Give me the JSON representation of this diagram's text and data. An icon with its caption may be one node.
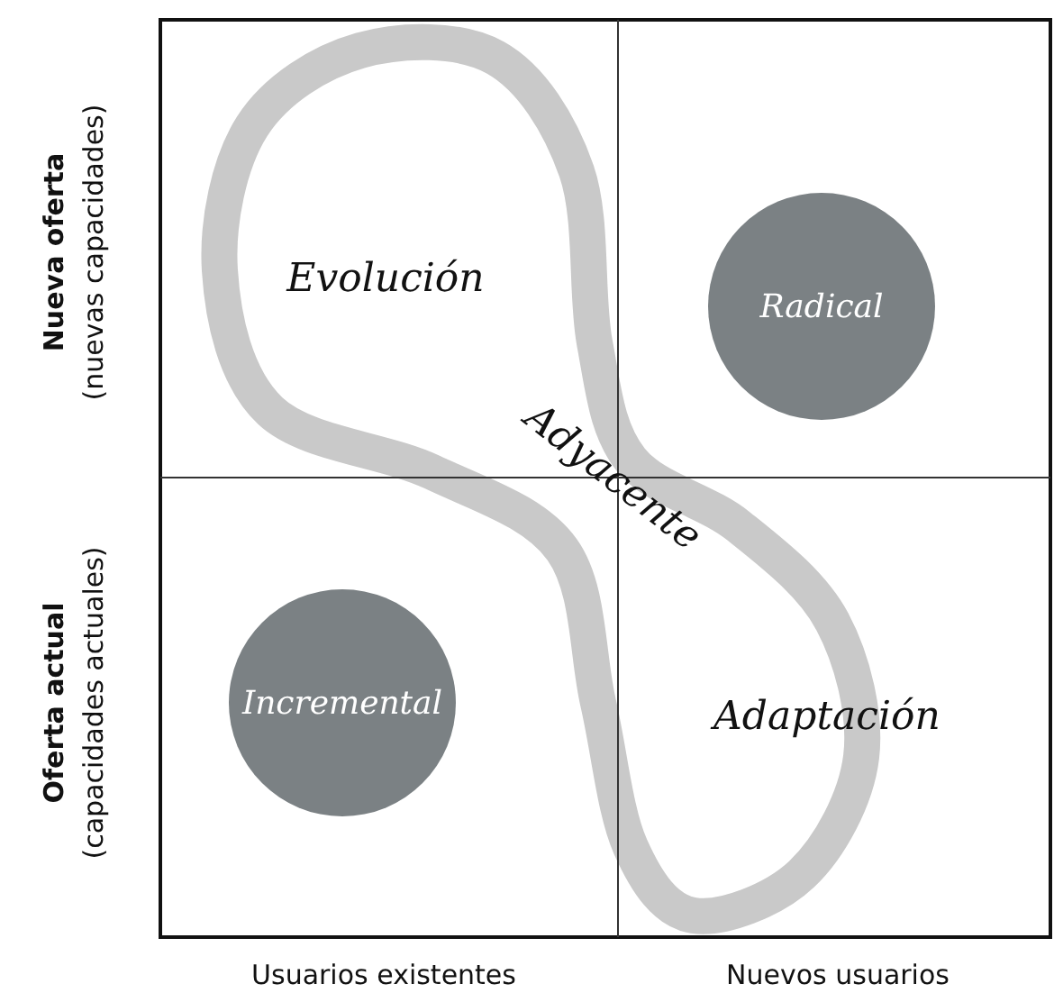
{
  "diagram": {
    "nodes": [
      {
        "text": [
          "Radical"
        ]
      },
      {
        "text": [
          "Incremental"
        ]
      }
    ],
    "edges": [],
    "labels": [
      "Nueva oferta",
      "(nuevas capacidades)",
      "Oferta actual",
      "(capacidades actuales)",
      "Evolución",
      "Adyacente",
      "Adaptación",
      "Usuarios existentes",
      "Nuevos usuarios"
    ]
  }
}
